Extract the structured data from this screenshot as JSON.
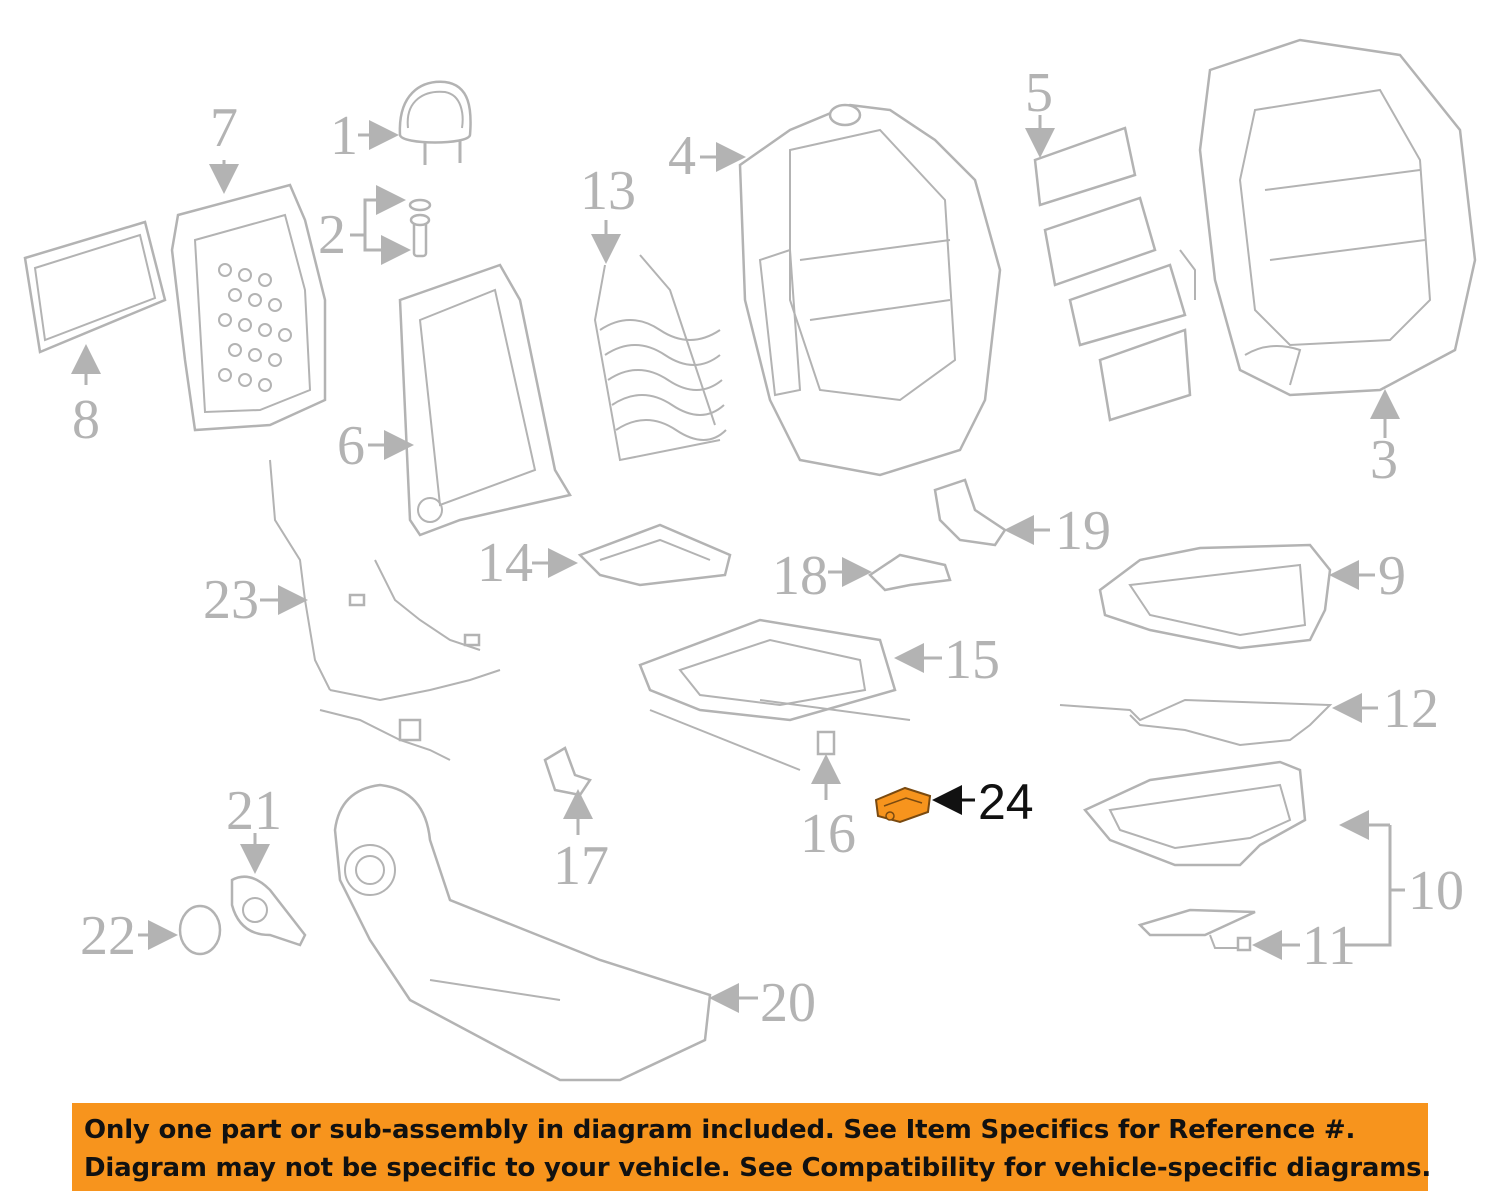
{
  "diagram": {
    "highlight_color": "#f7941d",
    "line_color": "#b3b3b3",
    "callouts": [
      "1",
      "2",
      "3",
      "4",
      "5",
      "6",
      "7",
      "8",
      "9",
      "10",
      "11",
      "12",
      "13",
      "14",
      "15",
      "16",
      "17",
      "18",
      "19",
      "20",
      "21",
      "22",
      "23",
      "24"
    ],
    "highlighted_callout": "24"
  },
  "banner": {
    "line1": "Only one part or sub-assembly in diagram included. See Item Specifics for Reference #.",
    "line2": "Diagram may not be specific to your vehicle. See Compatibility for vehicle-specific diagrams."
  }
}
